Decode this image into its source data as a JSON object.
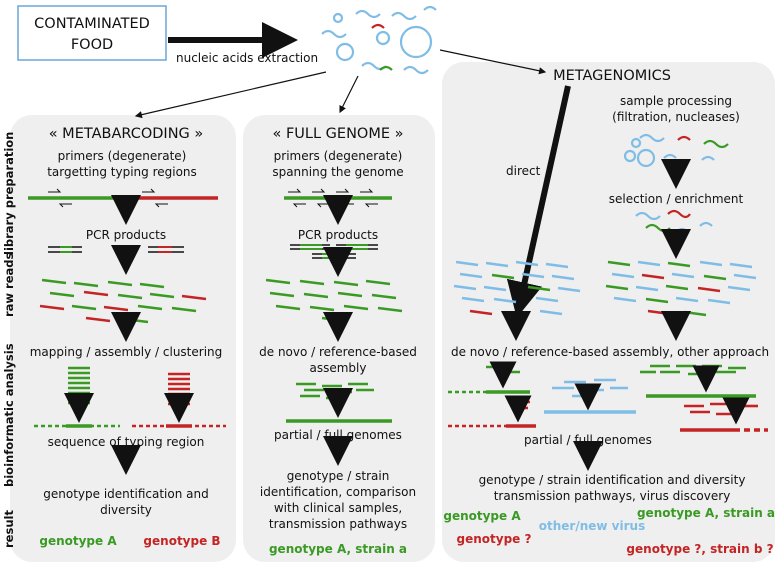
{
  "source": {
    "box_line1": "CONTAMINATED",
    "box_line2": "FOOD",
    "arrow_label": "nucleic acids extraction"
  },
  "side_labels": [
    "library preparation",
    "raw reads",
    "bioinformatic analysis",
    "result"
  ],
  "metabarcoding": {
    "title": "« METABARCODING »",
    "primers": [
      "primers (degenerate)",
      "targetting typing regions"
    ],
    "pcr": "PCR products",
    "analysis": "mapping / assembly / clustering",
    "sequence": "sequence of typing region",
    "result": [
      "genotype identification and",
      "diversity"
    ],
    "genotype_a": "genotype A",
    "genotype_b": "genotype B"
  },
  "full_genome": {
    "title": "« FULL GENOME »",
    "primers": [
      "primers (degenerate)",
      "spanning the genome"
    ],
    "pcr": "PCR products",
    "analysis": [
      "de novo / reference-based",
      "assembly"
    ],
    "genomes": "partial / full genomes",
    "result": [
      "genotype / strain",
      "identification, comparison",
      "with clinical samples,",
      "transmission pathways"
    ],
    "genotype": "genotype A, strain a"
  },
  "metagenomics": {
    "title": "METAGENOMICS",
    "processing": [
      "sample processing",
      "(filtration, nucleases)"
    ],
    "direct": "direct",
    "selection": "selection / enrichment",
    "analysis": "de novo / reference-based assembly, other approach",
    "genomes": "partial / full genomes",
    "result": [
      "genotype / strain identification and diversity",
      "transmission pathways, virus discovery"
    ],
    "genotype_a": "genotype A",
    "genotype_q": "genotype ?",
    "other_virus": "other/new virus",
    "genotype_a_strain": "genotype A, strain a",
    "genotype_q_strain": "genotype ?, strain b ?"
  }
}
